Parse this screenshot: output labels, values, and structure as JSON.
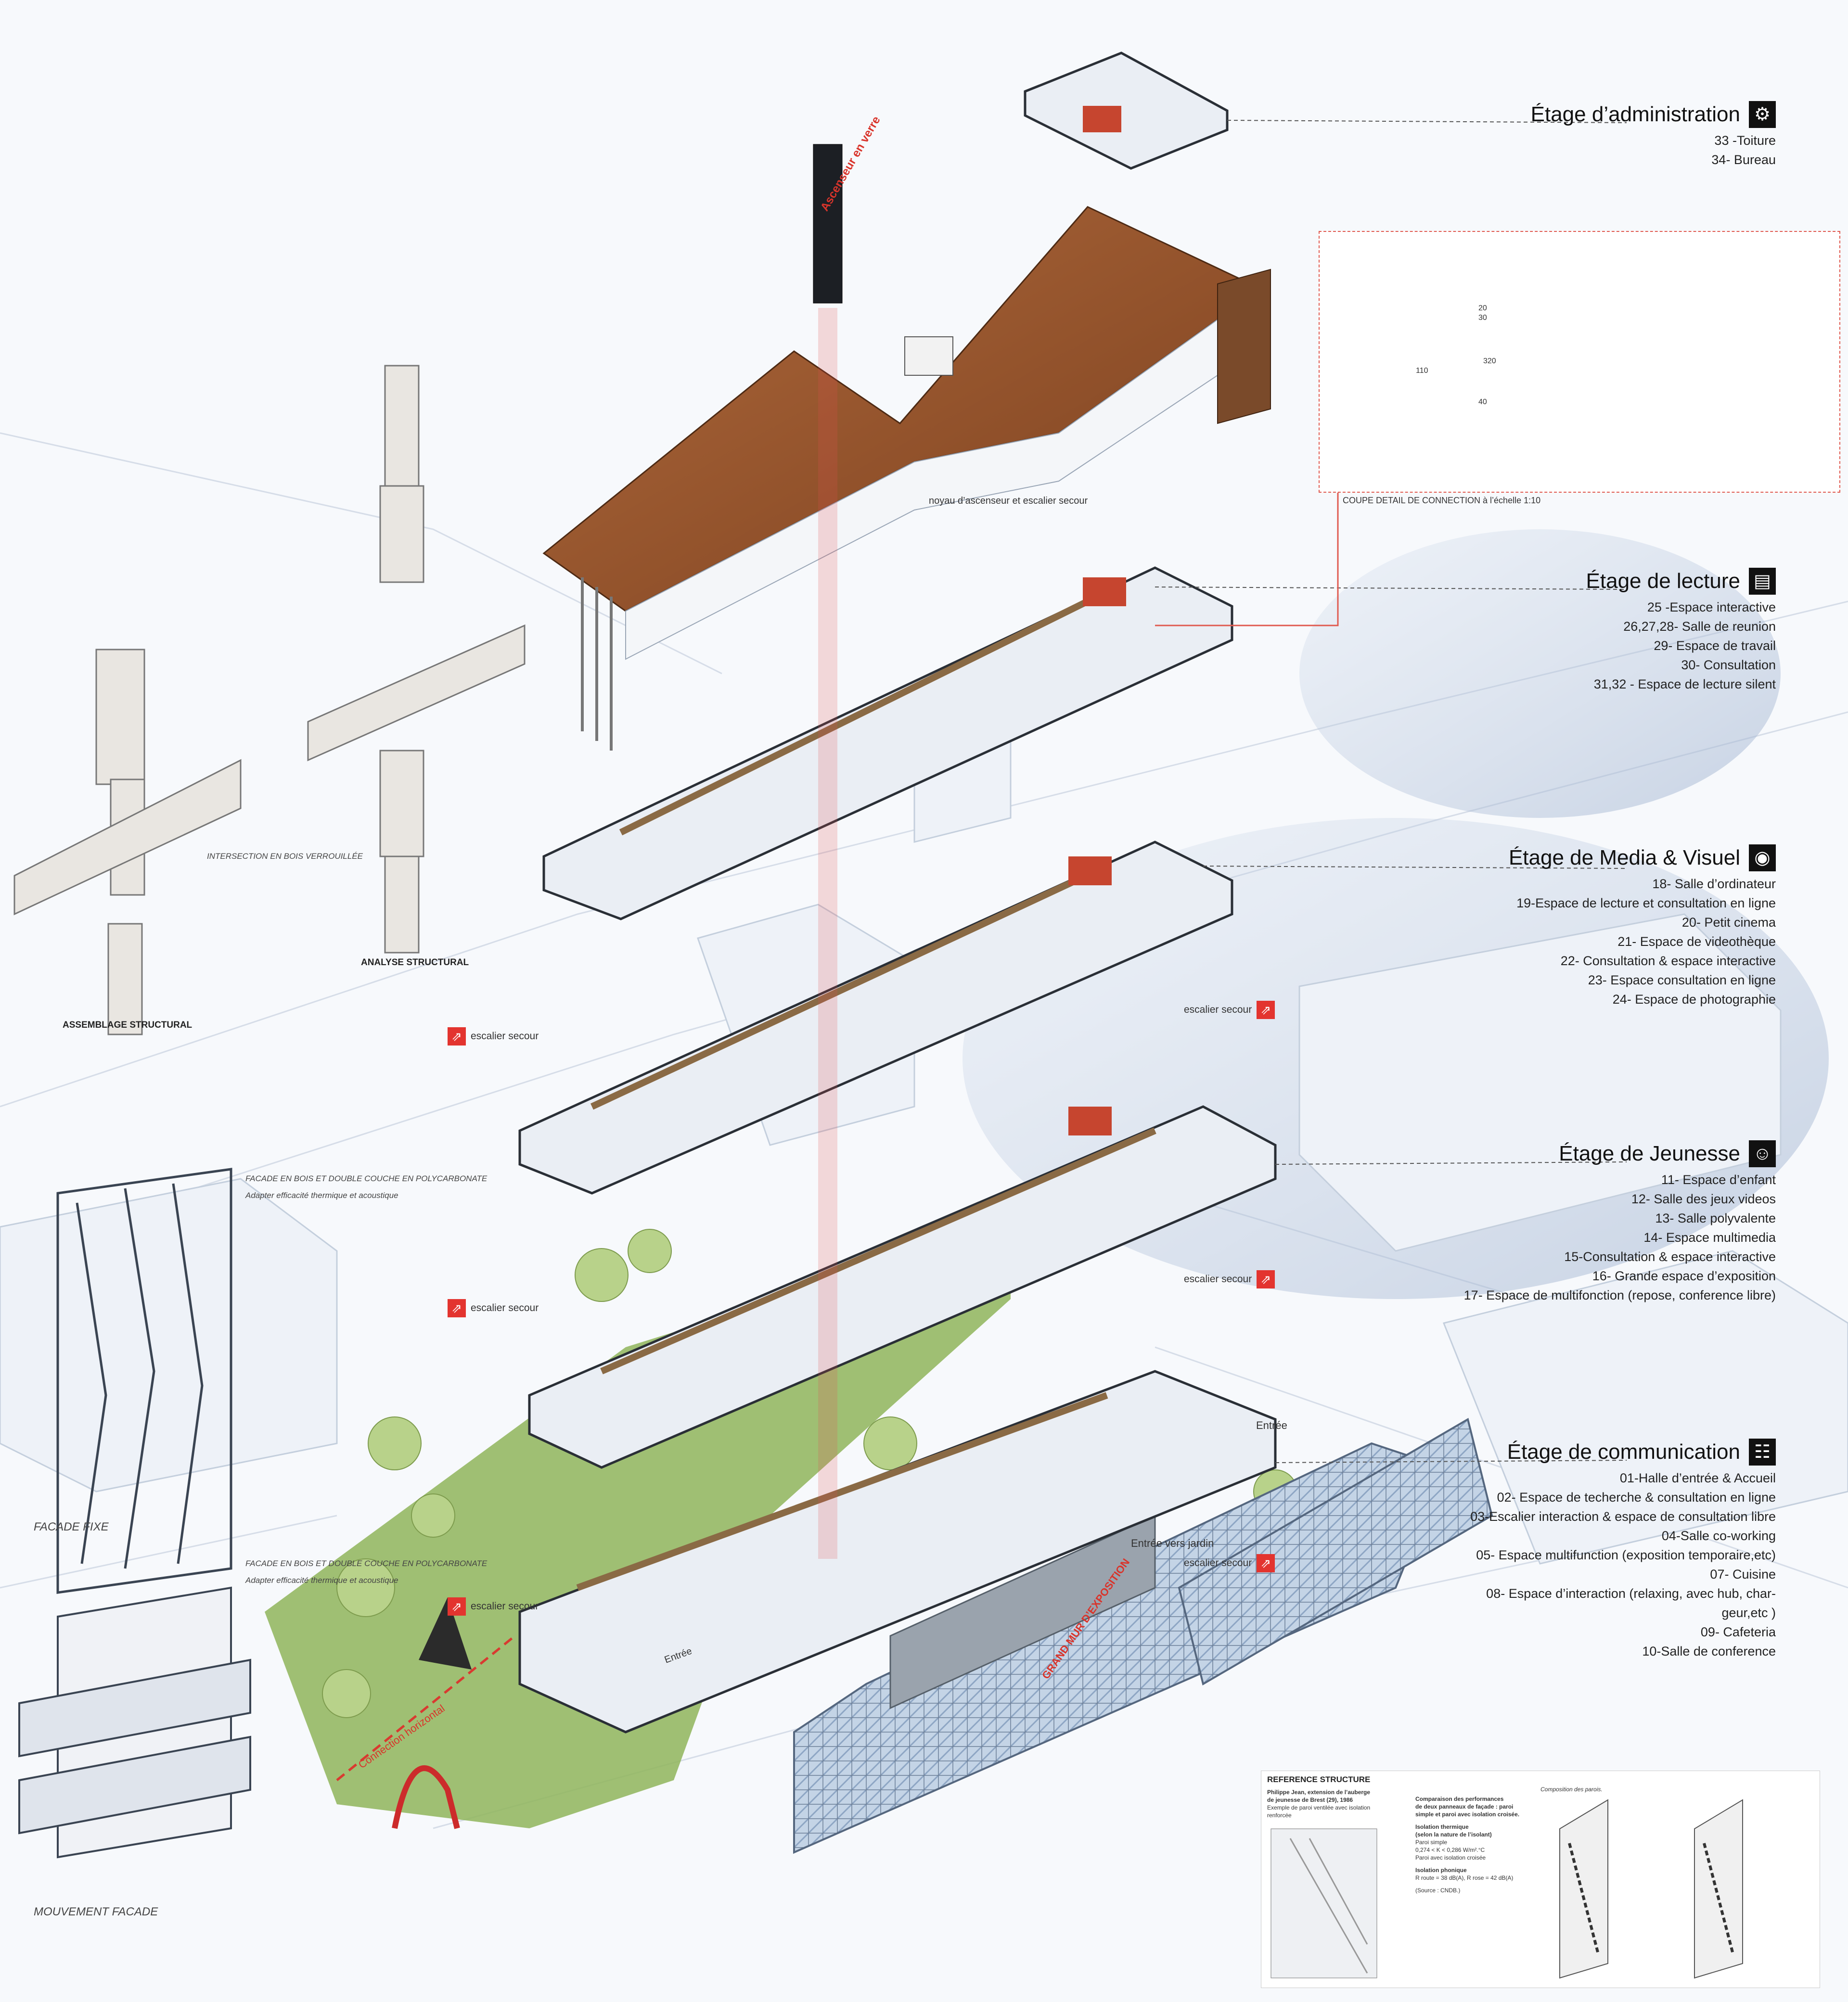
{
  "legend": [
    {
      "title": "Étage d’administration",
      "icon": "gears-icon",
      "items": [
        "33 -Toiture",
        "34- Bureau"
      ]
    },
    {
      "title": "Étage de lecture",
      "icon": "book-icon",
      "items": [
        "25 -Espace interactive",
        "26,27,28- Salle de reunion",
        "29- Espace de travail",
        "30- Consultation",
        "31,32 - Espace de lecture silent"
      ]
    },
    {
      "title": "Étage de Media & Visuel",
      "icon": "eye-icon",
      "items": [
        "18- Salle d’ordinateur",
        "19-Espace de lecture et consultation en ligne",
        "20- Petit cinema",
        "21- Espace de videothèque",
        "22- Consultation & espace interactive",
        "23- Espace consultation en ligne",
        "24- Espace de photographie"
      ]
    },
    {
      "title": "Étage de Jeunesse",
      "icon": "child-icon",
      "items": [
        "11- Espace d’enfant",
        "12- Salle des jeux videos",
        "13- Salle polyvalente",
        "14- Espace multimedia",
        "15-Consultation & espace interactive",
        "16- Grande espace d’exposition",
        "17- Espace de multifonction (repose, conference libre)"
      ]
    },
    {
      "title": "Étage de communication",
      "icon": "people-icon",
      "items": [
        "01-Halle d’entrée & Accueil",
        "02- Espace de techerche & consultation en ligne",
        "03-Escalier interaction & espace de consultation libre",
        "04-Salle co-working",
        "05- Espace multifunction (exposition temporaire,etc)",
        "07- Cuisine",
        "08- Espace d’interaction (relaxing, avec hub, char-",
        "geur,etc )",
        "09- Cafeteria",
        "10-Salle de conference"
      ]
    }
  ],
  "labels": {
    "ascenseur": "Ascenseur en verre",
    "noyau": "noyau d’ascenseur et escalier secour",
    "coupe": "COUPE DETAIL DE CONNECTION à l’échelle 1:10",
    "intersection": "INTERSECTION EN BOIS VERROUILLÉE",
    "assemblage": "ASSEMBLAGE STRUCTURAL",
    "analyse": "ANALYSE STRUCTURAL",
    "escalier": "escalier secour",
    "facade_note1": "FACADE EN BOIS ET DOUBLE COUCHE EN POLYCARBONATE",
    "facade_note1b": "Adapter efficacité thermique et acoustique",
    "facade_note2": "FACADE EN BOIS ET DOUBLE COUCHE EN POLYCARBONATE",
    "facade_note2b": "Adapter efficacité thermique et acoustique",
    "facade_fixe": "FACADE FIXE",
    "mouvement": "MOUVEMENT FACADE",
    "connection": "Connection horizontal",
    "grand_mur": "GRAND MUR D’EXPOSITION",
    "entree": "Entrée",
    "entree_jardin": "Entrée vers jardin",
    "entree2": "Entrée"
  },
  "dims": {
    "d30": "30",
    "d20": "20",
    "d320": "320",
    "d110": "110",
    "d40": "40"
  },
  "ref": {
    "title": "REFERENCE STRUCTURE",
    "l1": "Philippe Jean, extension de l’auberge",
    "l2": "de jeunesse de Brest (29), 1986",
    "l3": "Exemple de paroi ventilée avec isolation",
    "l4": "renforcée",
    "c1": "Comparaison des performances",
    "c2": "de deux panneaux de façade : paroi",
    "c3": "simple et paroi avec isolation croisée.",
    "c4": "Isolation thermique",
    "c5": "(selon la nature de l’isolant)",
    "c6": "Paroi simple",
    "c7": "0,274 < K < 0,286 W/m².°C",
    "c8": "Paroi avec isolation croisée",
    "c9": "Isolation phonique",
    "c10": "R route = 38 dB(A), R rose = 42 dB(A)",
    "c11": "(Source : CNDB.)",
    "comp": "Composition des parois."
  }
}
